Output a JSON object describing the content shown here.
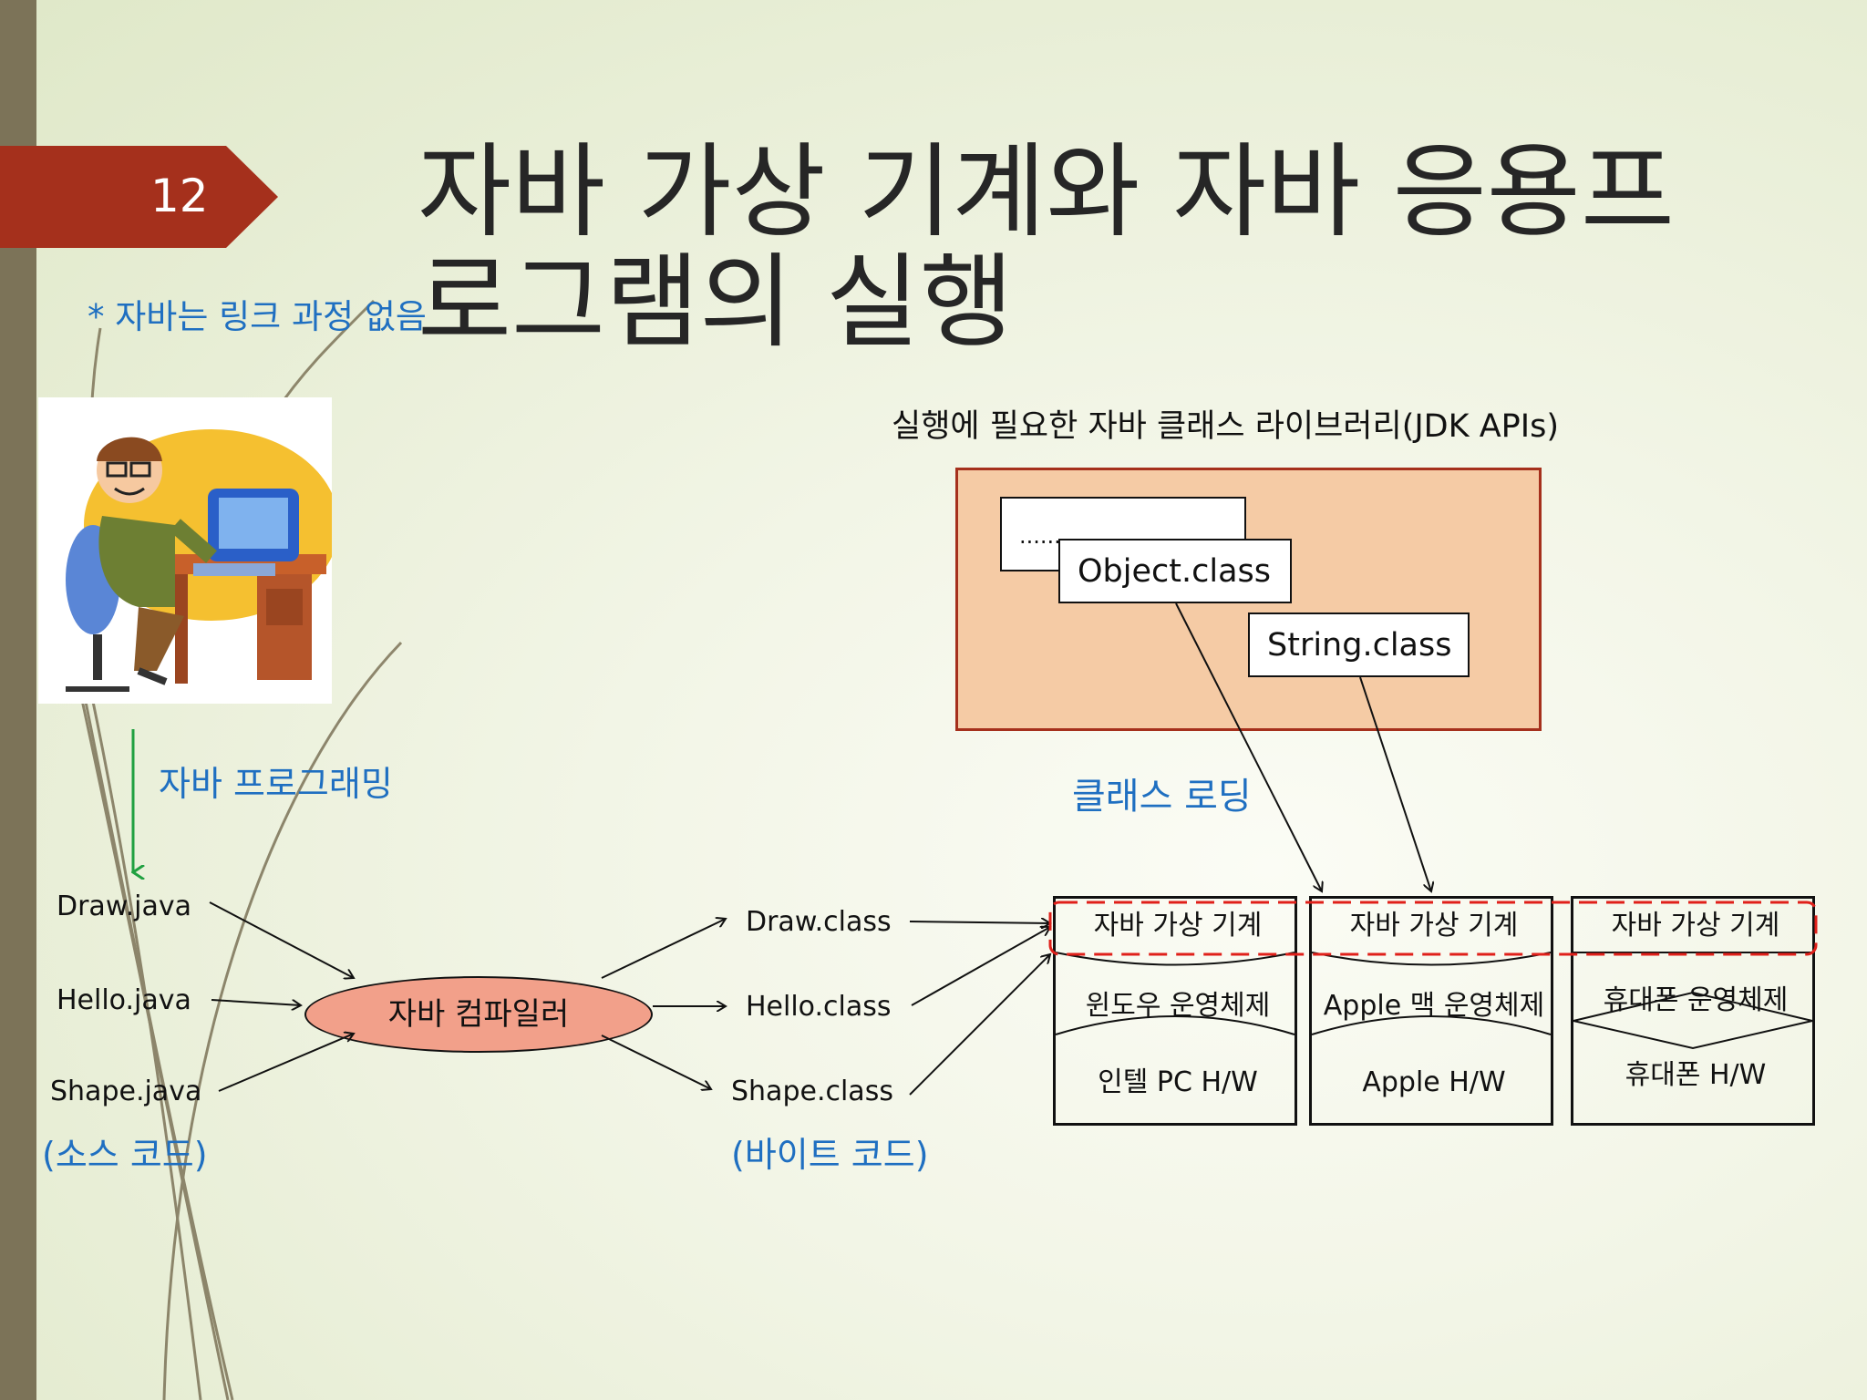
{
  "slide": {
    "number": "12",
    "title_line1": "자바 가상 기계와 자바 응용프",
    "title_line2": "로그램의 실행",
    "note": "* 자바는 링크 과정 없음"
  },
  "diagram": {
    "programming_label": "자바 프로그래밍",
    "source_files": [
      "Draw.java",
      "Hello.java",
      "Shape.java"
    ],
    "source_caption": "(소스 코드)",
    "compiler_label": "자바 컴파일러",
    "class_files": [
      "Draw.class",
      "Hello.class",
      "Shape.class"
    ],
    "bytecode_caption": "(바이트 코드)",
    "library_title": "실행에 필요한 자바 클래스 라이브러리(JDK APIs)",
    "library_items": {
      "dots": "....................",
      "object": "Object.class",
      "string": "String.class"
    },
    "class_loading_label": "클래스 로딩",
    "jvm_columns": [
      {
        "jvm": "자바 가상 기계",
        "os": "윈도우 운영체제",
        "hw": "인텔 PC H/W"
      },
      {
        "jvm": "자바 가상 기계",
        "os": "Apple 맥 운영체제",
        "hw": "Apple H/W"
      },
      {
        "jvm": "자바 가상 기계",
        "os": "휴대폰 운영체제",
        "hw": "휴대폰 H/W"
      }
    ]
  },
  "colors": {
    "accent_red": "#a5301c",
    "label_blue": "#1f6fc1",
    "compiler_fill": "#f2a08a",
    "library_fill": "#f5cba5",
    "jvm_dash": "#e0201a",
    "arrow_green": "#20a040"
  }
}
